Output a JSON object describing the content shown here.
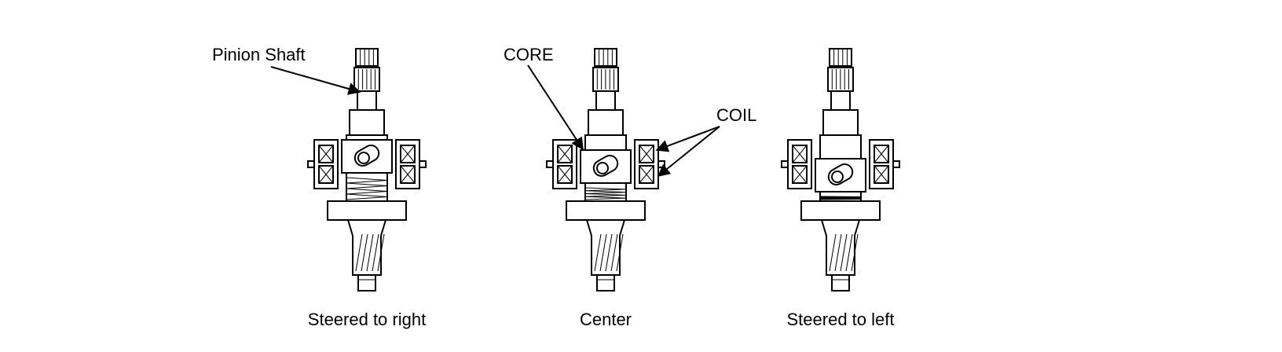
{
  "labels": {
    "pinion_shaft": "Pinion Shaft",
    "core": "CORE",
    "coil": "COIL"
  },
  "captions": {
    "right": "Steered to right",
    "center": "Center",
    "left": "Steered to left"
  }
}
